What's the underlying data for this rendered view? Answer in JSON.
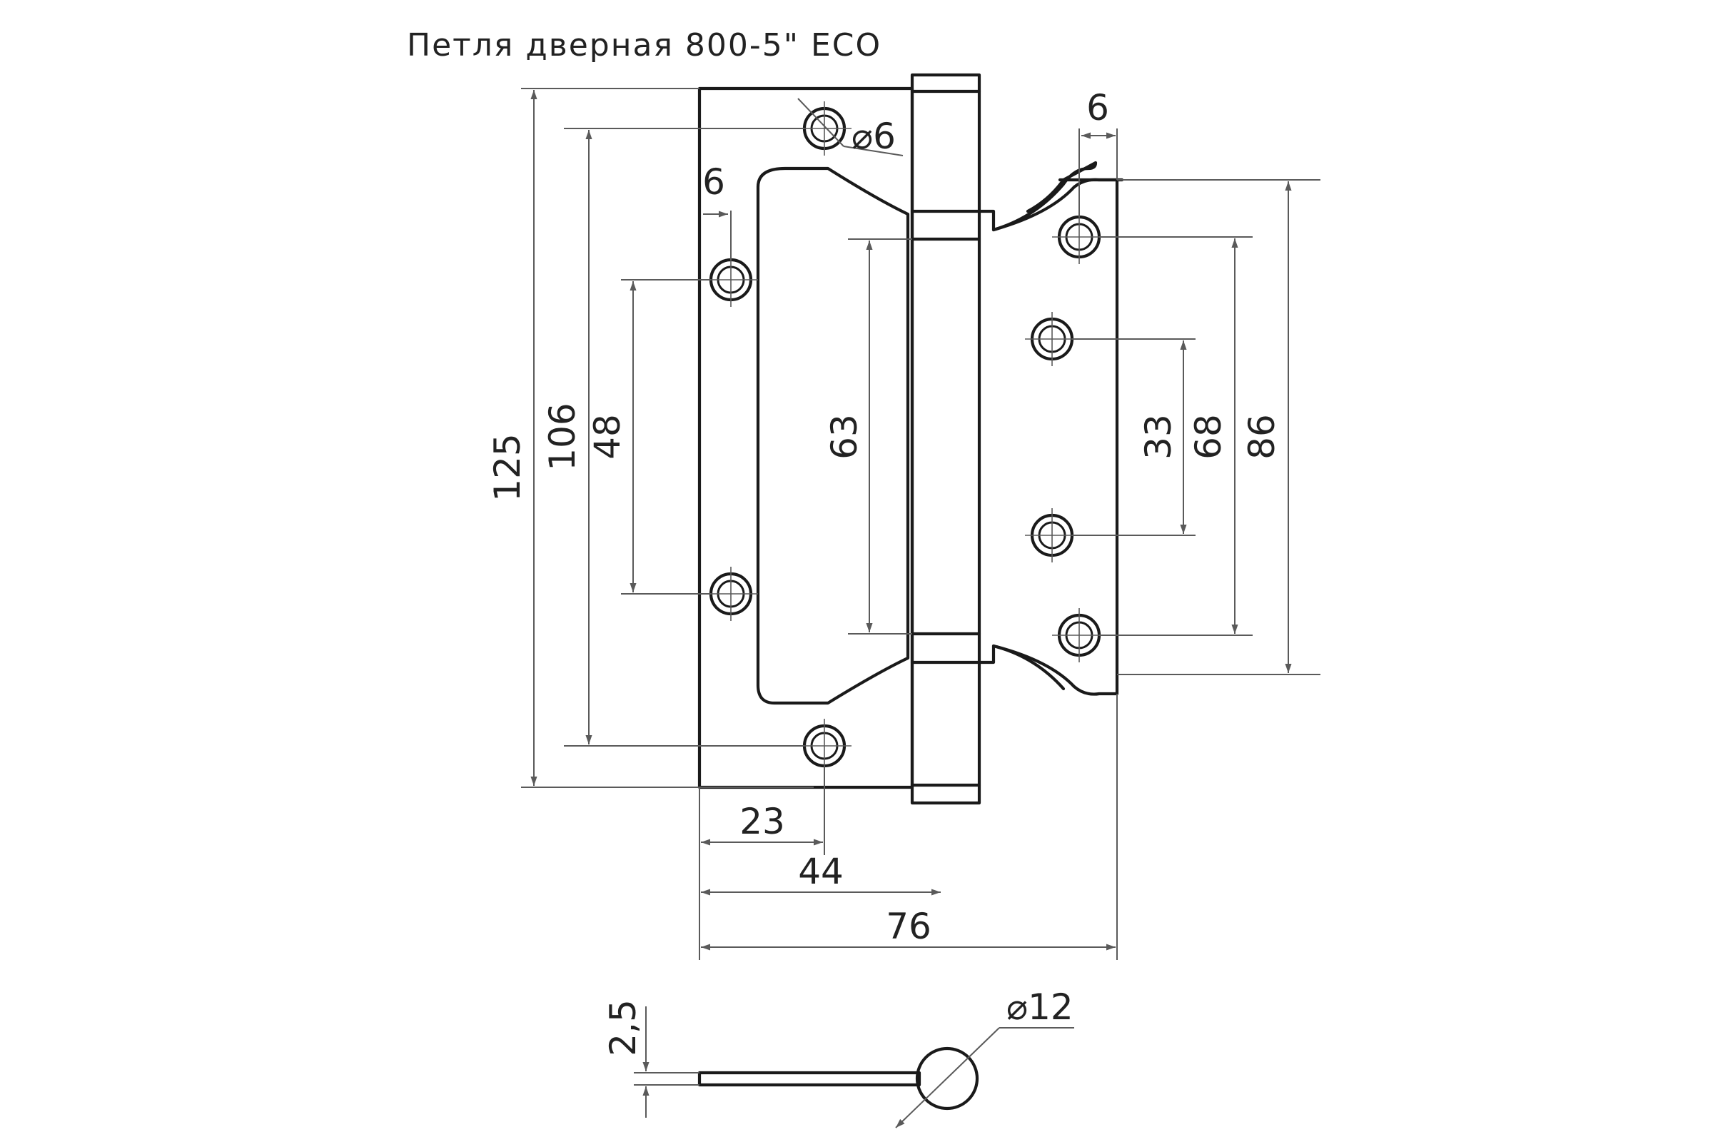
{
  "title": "Петля  дверная 800-5\" ECO",
  "dimensions": {
    "overall_height": "125",
    "outer_hole_spacing": "106",
    "inner_hole_spacing_left": "48",
    "pin_section_height": "63",
    "inner_hole_spacing_right": "33",
    "outer_hole_spacing_right": "68",
    "right_leaf_height": "86",
    "hole_offset_left": "6",
    "hole_offset_right": "6",
    "hole_diameter": "⌀6",
    "hole_center_from_edge": "23",
    "leaf_width_to_knuckle": "44",
    "overall_width": "76",
    "plate_thickness": "2,5",
    "knuckle_diameter": "⌀12"
  }
}
